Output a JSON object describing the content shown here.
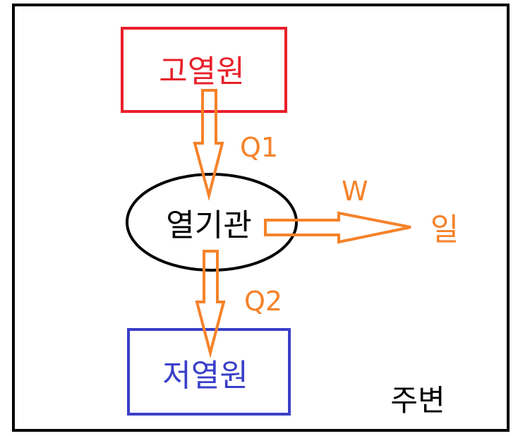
{
  "diagram": {
    "hot_reservoir": {
      "label": "고열원",
      "color": "#e8202a"
    },
    "heat_engine": {
      "label": "열기관",
      "color": "#000000"
    },
    "cold_reservoir": {
      "label": "저열원",
      "color": "#3a3fc8"
    },
    "surroundings": {
      "label": "주변",
      "color": "#000000"
    },
    "arrows": {
      "color": "#f5822a",
      "q1": {
        "label": "Q1"
      },
      "q2": {
        "label": "Q2"
      },
      "w": {
        "label": "W"
      }
    },
    "work": {
      "label": "일"
    }
  }
}
